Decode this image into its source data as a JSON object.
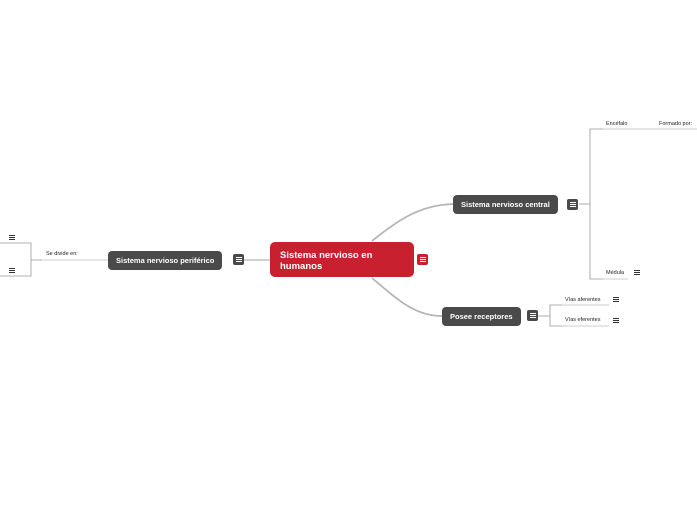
{
  "central": {
    "title": "Sistema nervioso en humanos"
  },
  "nodes": {
    "snc": "Sistema nervioso central",
    "snp": "Sistema nervioso periférico",
    "receptores": "Posee receptores"
  },
  "labels": {
    "encefalo": "Encéfalo",
    "formado_por": "Formado por:",
    "medula": "Médula",
    "vias_aferentes": "Vías aferentes",
    "vias_eferentes": "Vías eferentes",
    "se_divide_en": "Se divide en:"
  },
  "colors": {
    "central": "#c8202f",
    "topic": "#4a4a4a",
    "connector": "#b8b8b8"
  },
  "icons": {
    "node_menu": "hamburger-menu-icon"
  }
}
